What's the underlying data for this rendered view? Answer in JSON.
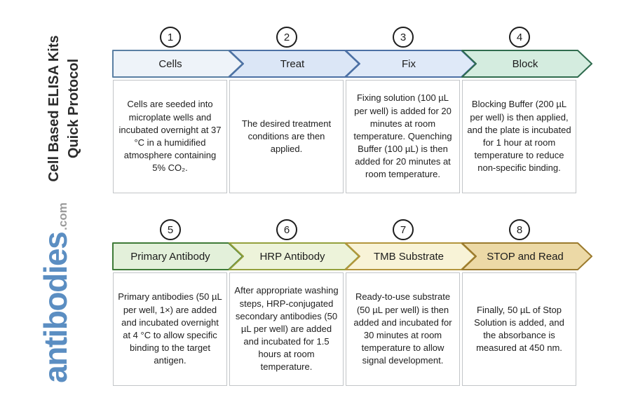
{
  "sidebar": {
    "title": {
      "line1": "Cell Based ELISA Kits",
      "line2": "Quick Protocol",
      "color": "#2b2b2b"
    },
    "logo": {
      "text": "antibodies",
      "suffix": ".com",
      "text_color": "#5b8ec2",
      "suffix_color": "#9b9b9b"
    }
  },
  "steps": [
    {
      "number": "1",
      "label": "Cells",
      "description": "Cells are seeded into microplate wells and incubated overnight at 37 °C in a humidified atmosphere containing 5% CO₂.",
      "arrow_fill": "#eef3f9",
      "arrow_border": "#5a7fa3"
    },
    {
      "number": "2",
      "label": "Treat",
      "description": "The desired treatment conditions are then applied.",
      "arrow_fill": "#dbe6f6",
      "arrow_border": "#4c70a4"
    },
    {
      "number": "3",
      "label": "Fix",
      "description": "Fixing solution (100 µL per well) is added for 20 minutes at room temperature. Quenching Buffer (100 µL) is then added for 20 minutes at room temperature.",
      "arrow_fill": "#dfe9f8",
      "arrow_border": "#4c70a4"
    },
    {
      "number": "4",
      "label": "Block",
      "description": "Blocking Buffer (200 µL per well) is then applied, and the plate is incubated for 1 hour at room temperature to reduce non-specific binding.",
      "arrow_fill": "#d4ecdf",
      "arrow_border": "#2f6b4e"
    },
    {
      "number": "5",
      "label": "Primary Antibody",
      "description": "Primary antibodies (50 µL per well, 1×) are added and incubated overnight at 4 °C to allow specific binding to the target antigen.",
      "arrow_fill": "#e3f0da",
      "arrow_border": "#3e7a37"
    },
    {
      "number": "6",
      "label": "HRP Antibody",
      "description": "After appropriate washing steps, HRP-conjugated secondary antibodies (50 µL per well) are added and incubated for 1.5 hours at room temperature.",
      "arrow_fill": "#edf3da",
      "arrow_border": "#94a03c"
    },
    {
      "number": "7",
      "label": "TMB Substrate",
      "description": "Ready-to-use substrate (50 µL per well) is then added and incubated for 30 minutes at room temperature to allow signal development.",
      "arrow_fill": "#f8f3d7",
      "arrow_border": "#b3953c"
    },
    {
      "number": "8",
      "label": "STOP and Read",
      "description": "Finally, 50 µL of Stop Solution is added, and the absorbance is measured at 450 nm.",
      "arrow_fill": "#ecd9a6",
      "arrow_border": "#9b7a2d"
    }
  ]
}
